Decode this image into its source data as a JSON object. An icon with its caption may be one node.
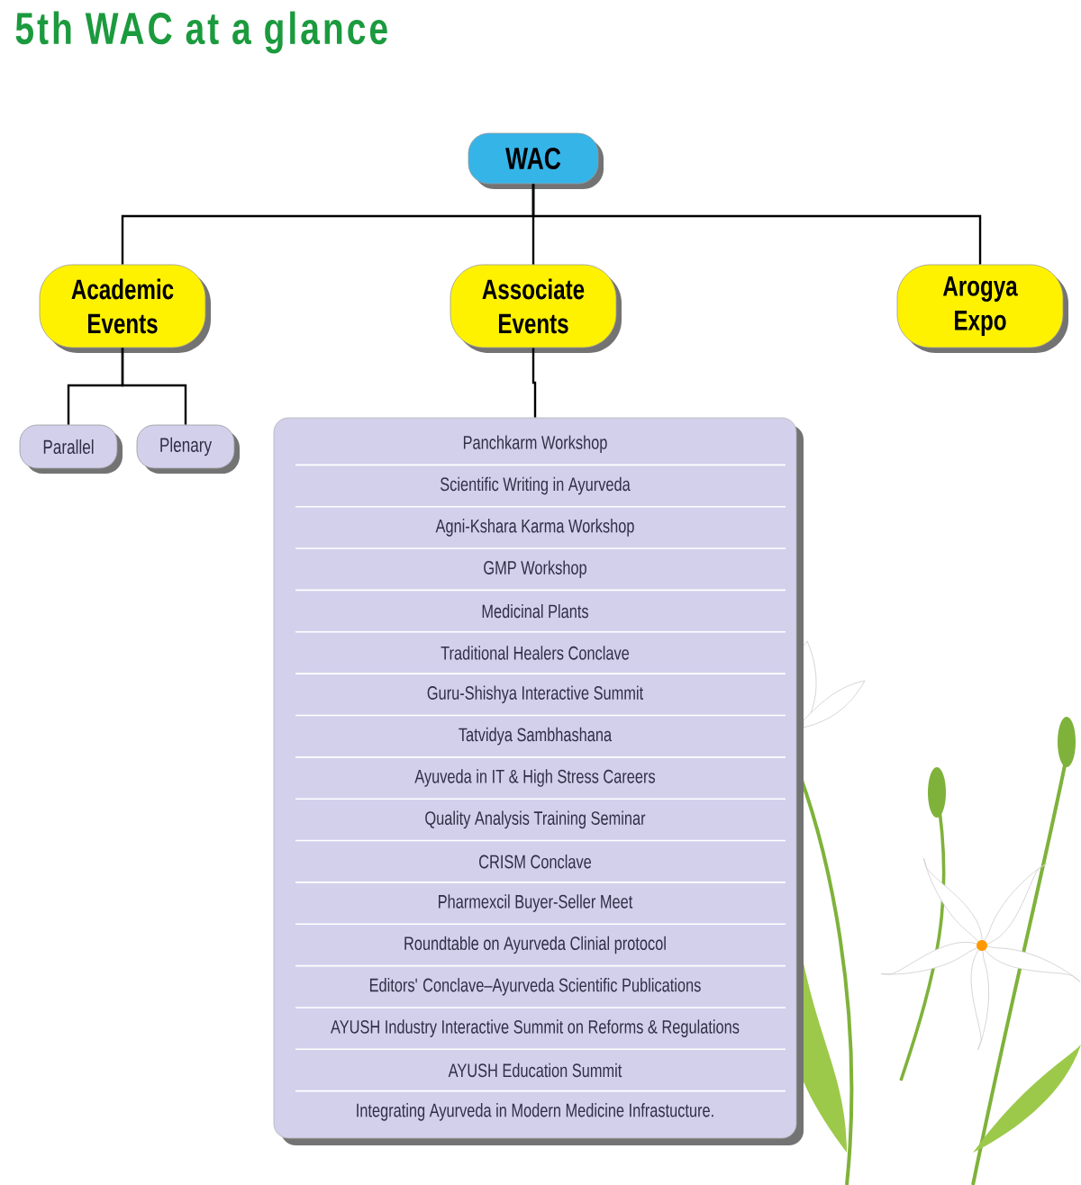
{
  "diagram": {
    "title": "5th WAC at a glance",
    "nodes": [
      {
        "text": [
          "WAC"
        ]
      },
      {
        "text": [
          "Academic Events"
        ]
      },
      {
        "text": [
          "Associate Events"
        ]
      },
      {
        "text": [
          "Arogya Expo"
        ]
      },
      {
        "text": [
          "Parallel"
        ]
      },
      {
        "text": [
          "Plenary"
        ]
      },
      {
        "text": [
          "Panchkarm Workshop",
          "Scientific Writing in Ayurveda",
          "Agni-Kshara Karma Workshop",
          "GMP Workshop",
          "Medicinal Plants",
          "Traditional Healers Conclave",
          "Guru-Shishya Interactive Summit",
          "Tatvidya Sambhashana",
          "Ayuveda in IT & High Stress Careers",
          "Quality Analysis Training Seminar",
          "CRISM Conclave",
          "Pharmexcil Buyer-Seller Meet",
          "Roundtable on Ayurveda Clinial protocol",
          "Editors' Conclave–Ayurveda Scientific Publications",
          "AYUSH Industry Interactive Summit on Reforms & Regulations",
          "AYUSH Education Summit",
          "Integrating Ayurveda in Modern Medicine Infrastucture."
        ]
      }
    ],
    "edges": [
      {
        "from": 0,
        "to": 1,
        "arrow": "none"
      },
      {
        "from": 0,
        "to": 2,
        "arrow": "none"
      },
      {
        "from": 0,
        "to": 3,
        "arrow": "none"
      },
      {
        "from": 1,
        "to": 4,
        "arrow": "none"
      },
      {
        "from": 1,
        "to": 5,
        "arrow": "none"
      },
      {
        "from": 2,
        "to": 6,
        "arrow": "none"
      }
    ]
  }
}
